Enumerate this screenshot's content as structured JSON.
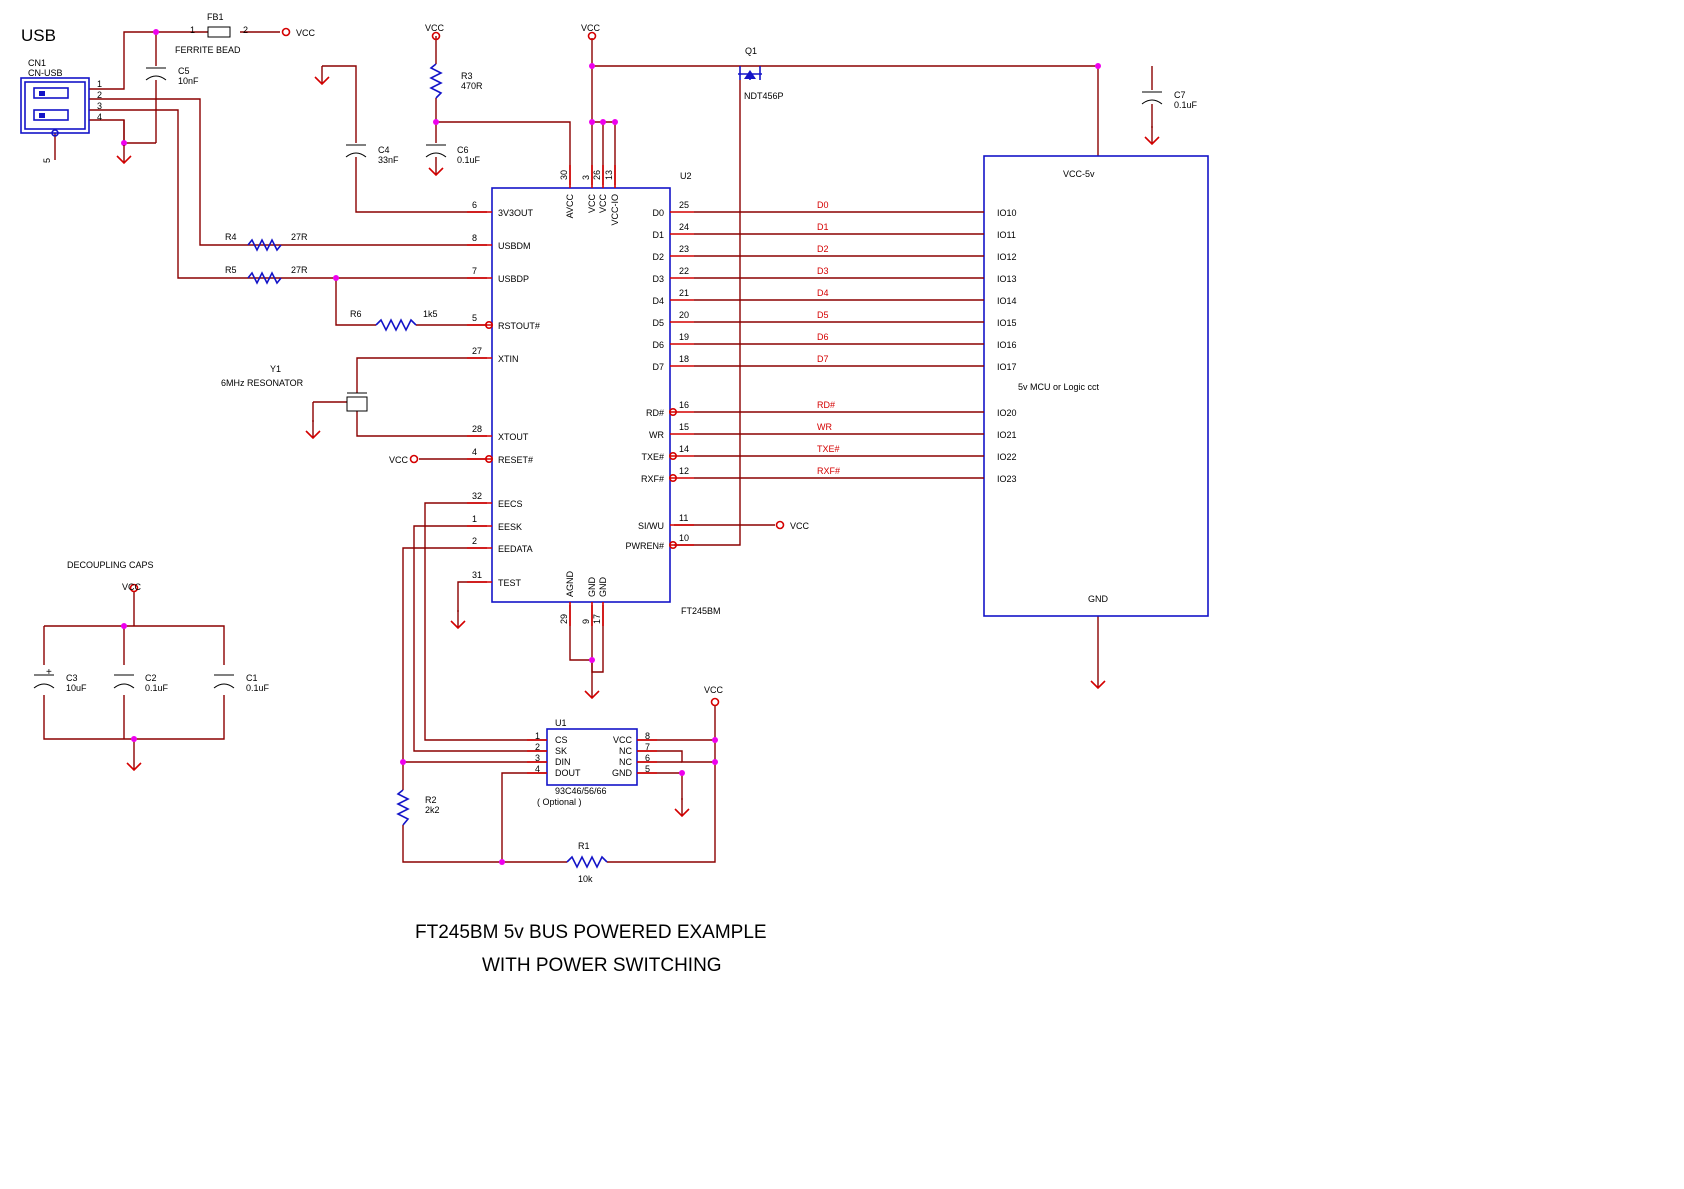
{
  "title": {
    "line1": "FT245BM 5v BUS POWERED EXAMPLE",
    "line2": "WITH POWER SWITCHING"
  },
  "usb": {
    "heading": "USB",
    "ref": "CN1",
    "part": "CN-USB",
    "pins": [
      "1",
      "2",
      "3",
      "4"
    ],
    "shield_pin": "5"
  },
  "fb1": {
    "ref": "FB1",
    "value": "FERRITE BEAD",
    "pin1": "1",
    "pin2": "2"
  },
  "vcc": "VCC",
  "vcc5v": "VCC-5v",
  "caps": {
    "c5": {
      "ref": "C5",
      "value": "10nF"
    },
    "c4": {
      "ref": "C4",
      "value": "33nF"
    },
    "c6": {
      "ref": "C6",
      "value": "0.1uF"
    },
    "c7": {
      "ref": "C7",
      "value": "0.1uF"
    },
    "c3": {
      "ref": "C3",
      "value": "10uF"
    },
    "c2": {
      "ref": "C2",
      "value": "0.1uF"
    },
    "c1": {
      "ref": "C1",
      "value": "0.1uF"
    }
  },
  "resistors": {
    "r3": {
      "ref": "R3",
      "value": "470R"
    },
    "r4": {
      "ref": "R4",
      "value": "27R"
    },
    "r5": {
      "ref": "R5",
      "value": "27R"
    },
    "r6": {
      "ref": "R6",
      "value": "1k5"
    },
    "r2": {
      "ref": "R2",
      "value": "2k2"
    },
    "r1": {
      "ref": "R1",
      "value": "10k"
    }
  },
  "q1": {
    "ref": "Q1",
    "part": "NDT456P"
  },
  "y1": {
    "ref": "Y1",
    "part": "6MHz RESONATOR"
  },
  "u2": {
    "ref": "U2",
    "part": "FT245BM",
    "left_pins": [
      {
        "num": "6",
        "name": "3V3OUT"
      },
      {
        "num": "8",
        "name": "USBDM"
      },
      {
        "num": "7",
        "name": "USBDP"
      },
      {
        "num": "5",
        "name": "RSTOUT#"
      },
      {
        "num": "27",
        "name": "XTIN"
      },
      {
        "num": "28",
        "name": "XTOUT"
      },
      {
        "num": "4",
        "name": "RESET#"
      },
      {
        "num": "32",
        "name": "EECS"
      },
      {
        "num": "1",
        "name": "EESK"
      },
      {
        "num": "2",
        "name": "EEDATA"
      },
      {
        "num": "31",
        "name": "TEST"
      }
    ],
    "right_pins": [
      {
        "num": "25",
        "name": "D0"
      },
      {
        "num": "24",
        "name": "D1"
      },
      {
        "num": "23",
        "name": "D2"
      },
      {
        "num": "22",
        "name": "D3"
      },
      {
        "num": "21",
        "name": "D4"
      },
      {
        "num": "20",
        "name": "D5"
      },
      {
        "num": "19",
        "name": "D6"
      },
      {
        "num": "18",
        "name": "D7"
      },
      {
        "num": "16",
        "name": "RD#"
      },
      {
        "num": "15",
        "name": "WR"
      },
      {
        "num": "14",
        "name": "TXE#"
      },
      {
        "num": "12",
        "name": "RXF#"
      },
      {
        "num": "11",
        "name": "SI/WU"
      },
      {
        "num": "10",
        "name": "PWREN#"
      }
    ],
    "top_pins": [
      {
        "num": "30",
        "name": "AVCC"
      },
      {
        "num": "3",
        "name": "VCC"
      },
      {
        "num": "26",
        "name": "VCC"
      },
      {
        "num": "13",
        "name": "VCC-IO"
      }
    ],
    "bottom_pins": [
      {
        "num": "29",
        "name": "AGND"
      },
      {
        "num": "9",
        "name": "GND"
      },
      {
        "num": "17",
        "name": "GND"
      }
    ]
  },
  "mcu": {
    "label": "5v MCU or Logic cct",
    "gnd": "GND",
    "io": [
      "IO10",
      "IO11",
      "IO12",
      "IO13",
      "IO14",
      "IO15",
      "IO16",
      "IO17",
      "IO20",
      "IO21",
      "IO22",
      "IO23"
    ]
  },
  "nets": [
    "D0",
    "D1",
    "D2",
    "D3",
    "D4",
    "D5",
    "D6",
    "D7",
    "RD#",
    "WR",
    "TXE#",
    "RXF#"
  ],
  "u1": {
    "ref": "U1",
    "part": "93C46/56/66",
    "note": "( Optional )",
    "left_pins": [
      {
        "num": "1",
        "name": "CS"
      },
      {
        "num": "2",
        "name": "SK"
      },
      {
        "num": "3",
        "name": "DIN"
      },
      {
        "num": "4",
        "name": "DOUT"
      }
    ],
    "right_pins": [
      {
        "num": "8",
        "name": "VCC"
      },
      {
        "num": "7",
        "name": "NC"
      },
      {
        "num": "6",
        "name": "NC"
      },
      {
        "num": "5",
        "name": "GND"
      }
    ]
  },
  "decoupling": {
    "label": "DECOUPLING CAPS"
  }
}
